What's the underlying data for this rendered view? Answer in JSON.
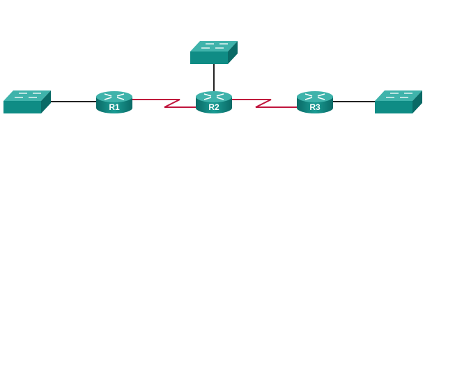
{
  "diagram": {
    "routers": [
      {
        "id": "r1",
        "label": "R1"
      },
      {
        "id": "r2",
        "label": "R2"
      },
      {
        "id": "r3",
        "label": "R3"
      }
    ],
    "switches": [
      {
        "id": "s1",
        "attached_to": "R1"
      },
      {
        "id": "s2",
        "attached_to": "R2"
      },
      {
        "id": "s3",
        "attached_to": "R3"
      }
    ],
    "links": [
      {
        "from": "S1",
        "to": "R1",
        "type": "ethernet"
      },
      {
        "from": "S2",
        "to": "R2",
        "type": "ethernet"
      },
      {
        "from": "S3",
        "to": "R3",
        "type": "ethernet"
      },
      {
        "from": "R1",
        "to": "R2",
        "type": "serial"
      },
      {
        "from": "R2",
        "to": "R3",
        "type": "serial"
      }
    ],
    "colors": {
      "device": "#0f8c85",
      "device_dark": "#0a6a66",
      "device_top": "#3fb3ab",
      "serial": "#c0143c",
      "ethernet": "#222222"
    }
  }
}
